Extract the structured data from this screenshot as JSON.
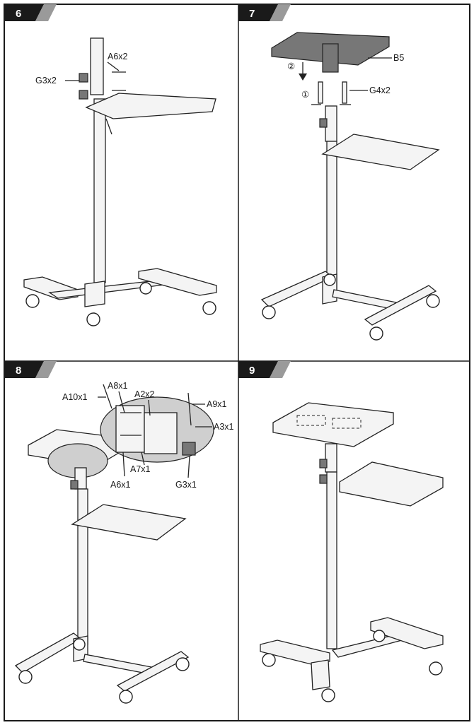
{
  "panels": [
    {
      "step": "6",
      "labels": {
        "a": "A6x2",
        "b": "G3x2"
      }
    },
    {
      "step": "7",
      "labels": {
        "a": "B5",
        "b": "G4x2",
        "c": "②",
        "d": "①"
      }
    },
    {
      "step": "8",
      "labels": {
        "a": "A10x1",
        "b": "A8x1",
        "c": "A2x2",
        "d": "A9x1",
        "e": "A3x1",
        "f": "A7x1",
        "g": "A6x1",
        "h": "G3x1"
      }
    },
    {
      "step": "9",
      "labels": {}
    }
  ],
  "colors": {
    "frame": "#1a1a1a",
    "tab": "#1a1a1a",
    "zoom_fill": "#cfcfcf"
  }
}
